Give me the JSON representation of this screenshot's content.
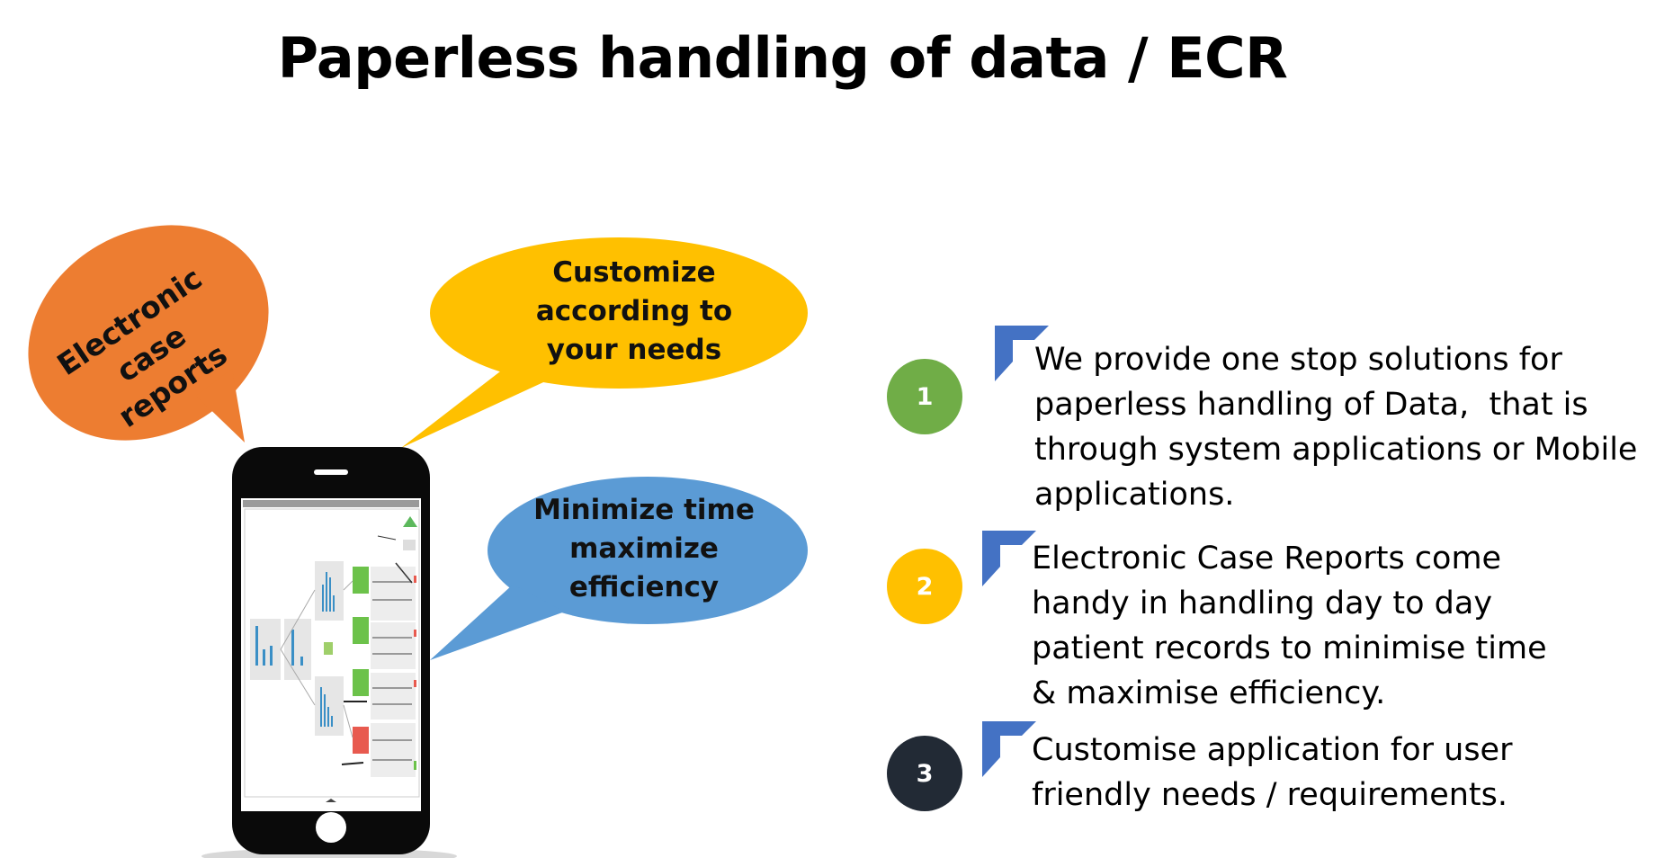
{
  "slide": {
    "title": "Paperless handling of data / ECR"
  },
  "bubbles": {
    "ecr": {
      "lines": [
        "Electronic",
        "case",
        "reports"
      ],
      "color": "#ed7d31"
    },
    "customize": {
      "lines": [
        "Customize",
        "according to",
        "your needs"
      ],
      "color": "#ffc000"
    },
    "minimize": {
      "lines": [
        "Minimize time",
        "maximize",
        "efficiency"
      ],
      "color": "#5b9bd5"
    }
  },
  "steps": [
    {
      "number": "1",
      "color": "#70ad47",
      "lines": [
        "We provide one stop solutions for",
        "paperless handling of Data,  that is",
        "through system applications or Mobile",
        "applications."
      ]
    },
    {
      "number": "2",
      "color": "#ffc000",
      "lines": [
        "Electronic Case Reports come",
        "handy in handling day to day",
        "patient records to minimise time",
        "& maximise efficiency."
      ]
    },
    {
      "number": "3",
      "color": "#222a35",
      "lines": [
        "Customise application for user",
        "friendly needs / requirements."
      ]
    }
  ],
  "phone": {
    "icon": "smartphone-icon",
    "screen_content": "decision-tree-screenshot-thumbnail",
    "flag_icon": "corner-flag-icon",
    "flag_color": "#4472c4"
  }
}
